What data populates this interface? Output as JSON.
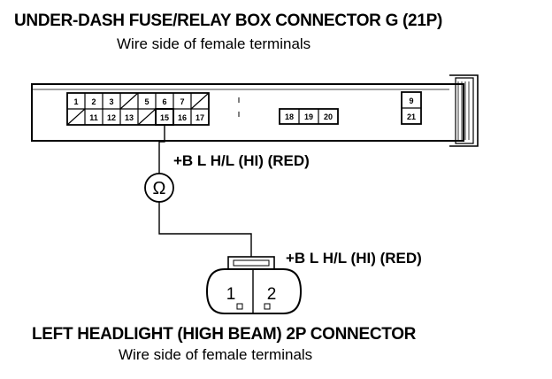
{
  "top_connector": {
    "title": "UNDER-DASH FUSE/RELAY BOX CONNECTOR G (21P)",
    "subtitle": "Wire side of female terminals",
    "upper_row": [
      "1",
      "2",
      "3",
      "",
      "5",
      "6",
      "7",
      ""
    ],
    "lower_row": [
      "",
      "11",
      "12",
      "13",
      "",
      "15",
      "16",
      "17"
    ],
    "mid_terminals": [
      "18",
      "19",
      "20"
    ],
    "right_upper": "9",
    "right_lower": "21"
  },
  "meter": {
    "symbol": "Ω"
  },
  "wire_label_top": "+B L H/L (HI) (RED)",
  "wire_label_bottom": "+B L H/L (HI) (RED)",
  "bottom_connector": {
    "title": "LEFT HEADLIGHT (HIGH BEAM) 2P CONNECTOR",
    "subtitle": "Wire side of female terminals",
    "terminals": [
      "1",
      "2"
    ]
  }
}
